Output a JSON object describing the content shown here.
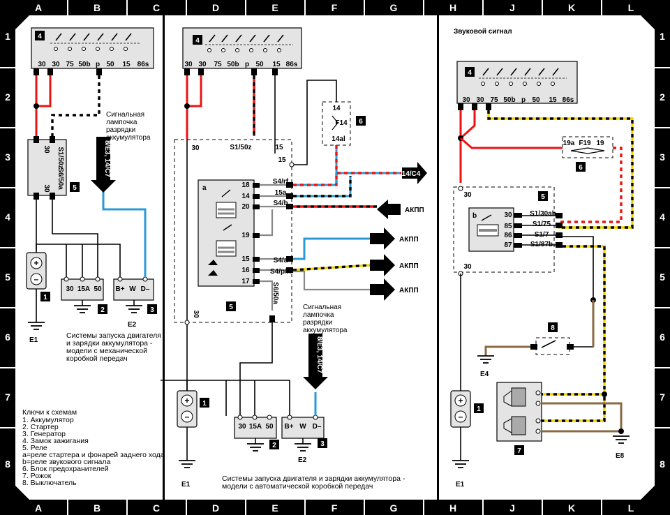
{
  "grid": {
    "columns": [
      "A",
      "B",
      "C",
      "D",
      "E",
      "F",
      "G",
      "H",
      "J",
      "K",
      "L"
    ],
    "rows": [
      "1",
      "2",
      "3",
      "4",
      "5",
      "6",
      "7",
      "8"
    ]
  },
  "panel1": {
    "ign_pins": [
      "30",
      "30",
      "75",
      "50b",
      "p",
      "50",
      "15",
      "86s"
    ],
    "ign_num": "4",
    "relay_pins": [
      "30",
      "S1/50z",
      "30",
      "S6/50a"
    ],
    "relay_num": "5",
    "battery_num": "1",
    "starter_pins": [
      "30",
      "15A",
      "50"
    ],
    "starter_num": "2",
    "gen_pins": [
      "B+",
      "W",
      "D–"
    ],
    "gen_num": "3",
    "lamp_text": [
      "Сигнальная",
      "лампочка",
      "разрядки",
      "аккумулятора"
    ],
    "ref_arrow": "8/E3, 14/C7",
    "e1": "E1",
    "e2": "E2",
    "caption": [
      "Системы запуска двигателя",
      "и зарядки аккумулятора -",
      "модели с механической",
      "коробкой передач"
    ]
  },
  "legend": {
    "title": "Ключи к схемам",
    "items": [
      "1. Аккумулятор",
      "2. Стартер",
      "3. Генератор",
      "4. Замок зажигания",
      "5. Реле",
      "a=реле стартера и фонарей заднего хода",
      "b=реле звукового сигнала",
      "6. Блок предохранителей",
      "7. Рожок",
      "8. Выключатель"
    ]
  },
  "panel2": {
    "ign_pins": [
      "30",
      "30",
      "75",
      "50b",
      "p",
      "50",
      "15",
      "86s"
    ],
    "ign_num": "4",
    "fuse_pins": [
      "14",
      "F14",
      "14al"
    ],
    "fuse_num": "6",
    "relay_num": "5",
    "relay_letter": "a",
    "relay_pins_left": [
      "18",
      "14",
      "20",
      "19",
      "15",
      "16",
      "17"
    ],
    "relay_terms": [
      "S4/rf",
      "15a",
      "S4/b",
      "S4/a",
      "S4/p/n"
    ],
    "top_terms": [
      "30",
      "S1/50z",
      "15",
      "15"
    ],
    "bottom_terms": [
      "30",
      "S6/50a"
    ],
    "arrow_top": "14/C4",
    "akpp": [
      "АКПП",
      "АКПП",
      "АКПП",
      "АКПП"
    ],
    "battery_num": "1",
    "starter_pins": [
      "30",
      "15A",
      "50"
    ],
    "starter_num": "2",
    "gen_pins": [
      "B+",
      "W",
      "D–"
    ],
    "gen_num": "3",
    "lamp_text": [
      "Сигнальная",
      "лампочка",
      "разрядки",
      "аккумулятора"
    ],
    "ref_arrow": "8/E3, 14/C7",
    "e1": "E1",
    "e2": "E2",
    "caption": [
      "Системы запуска двигателя и зарядки аккумулятора -",
      "модели с автоматической коробкой передач"
    ]
  },
  "panel3": {
    "title": "Звуковой сигнал",
    "ign_pins": [
      "30",
      "30",
      "75",
      "50b",
      "p",
      "50",
      "15",
      "86s"
    ],
    "ign_num": "4",
    "fuse_pins": [
      "19a",
      "F19",
      "19"
    ],
    "fuse_num": "6",
    "relay_num": "5",
    "relay_letter": "b",
    "relay_pins": [
      "30",
      "85",
      "86",
      "87"
    ],
    "relay_terms": [
      "S1/30ah",
      "S1/75",
      "S1/7",
      "S1/87b"
    ],
    "relay_ends": [
      "30",
      "30"
    ],
    "switch_num": "8",
    "horn_num": "7",
    "battery_num": "1",
    "e1": "E1",
    "e4": "E4",
    "e8": "E8"
  }
}
